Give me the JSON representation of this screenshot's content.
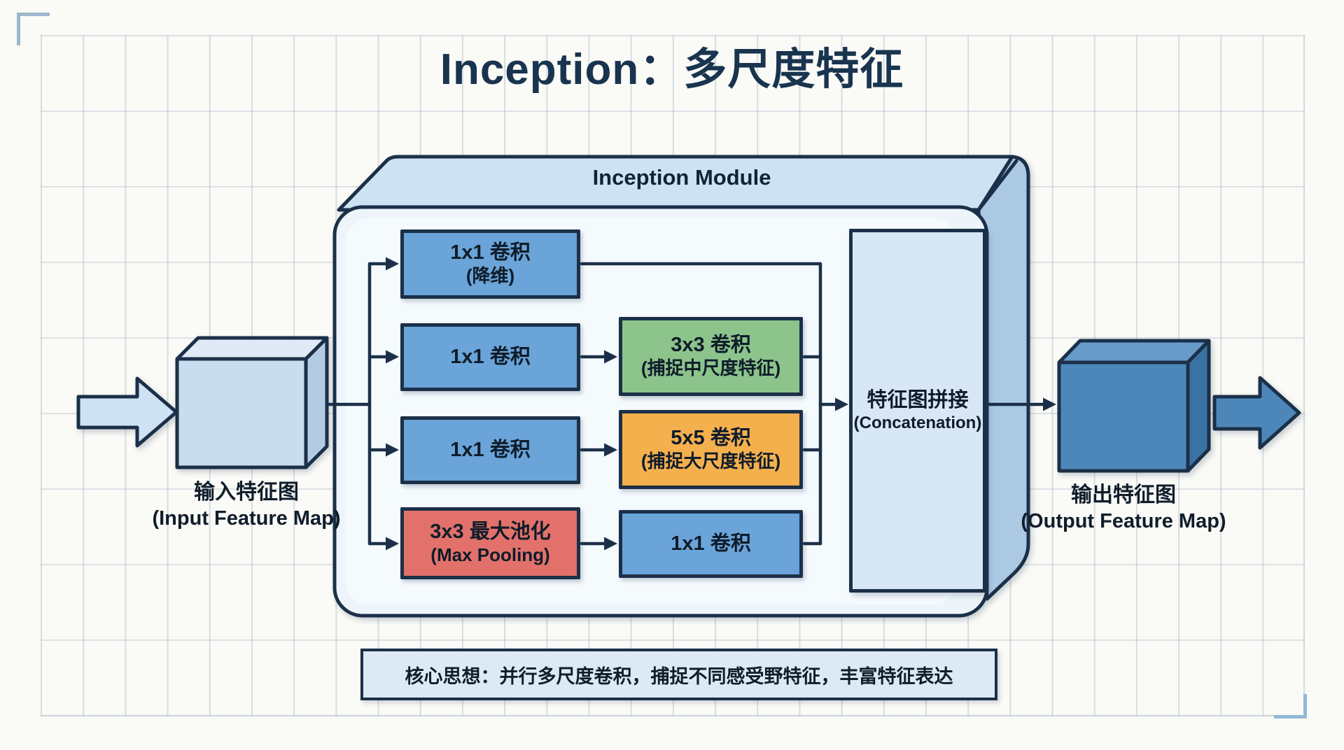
{
  "page": {
    "title": "Inception：多尺度特征"
  },
  "module": {
    "title": "Inception Module",
    "branch1": {
      "box1": {
        "line1": "1x1 卷积",
        "line2": "(降维)"
      }
    },
    "branch2": {
      "box1": {
        "line1": "1x1 卷积"
      },
      "box2": {
        "line1": "3x3 卷积",
        "line2": "(捕捉中尺度特征)"
      }
    },
    "branch3": {
      "box1": {
        "line1": "1x1 卷积"
      },
      "box2": {
        "line1": "5x5 卷积",
        "line2": "(捕捉大尺度特征)"
      }
    },
    "branch4": {
      "box1": {
        "line1": "3x3 最大池化",
        "line2": "(Max Pooling)"
      },
      "box2": {
        "line1": "1x1 卷积"
      }
    },
    "concat": {
      "line1": "特征图拼接",
      "line2": "(Concatenation)"
    }
  },
  "input": {
    "line1": "输入特征图",
    "line2": "(Input Feature Map)"
  },
  "output": {
    "line1": "输出特征图",
    "line2": "(Output Feature Map)"
  },
  "note": "核心思想：并行多尺度卷积，捕捉不同感受野特征，丰富特征表达",
  "colors": {
    "ink_navy": "#1b3048",
    "title_navy": "#19344f",
    "box_blue": "#6aa4d8",
    "box_green": "#8cc48c",
    "box_orange": "#f5b04e",
    "box_red": "#e3716b",
    "concat_fill": "#d8e7f5",
    "module_front": "#edf5fb",
    "module_top_band": "#cde2f2",
    "module_side_band": "#abc9e3",
    "input_cube": "#c9ddef",
    "output_cube": "#4d87ba",
    "note_fill": "#ddeaf6",
    "grid_line": "#b2c0ce",
    "paper": "#fafaf6"
  }
}
